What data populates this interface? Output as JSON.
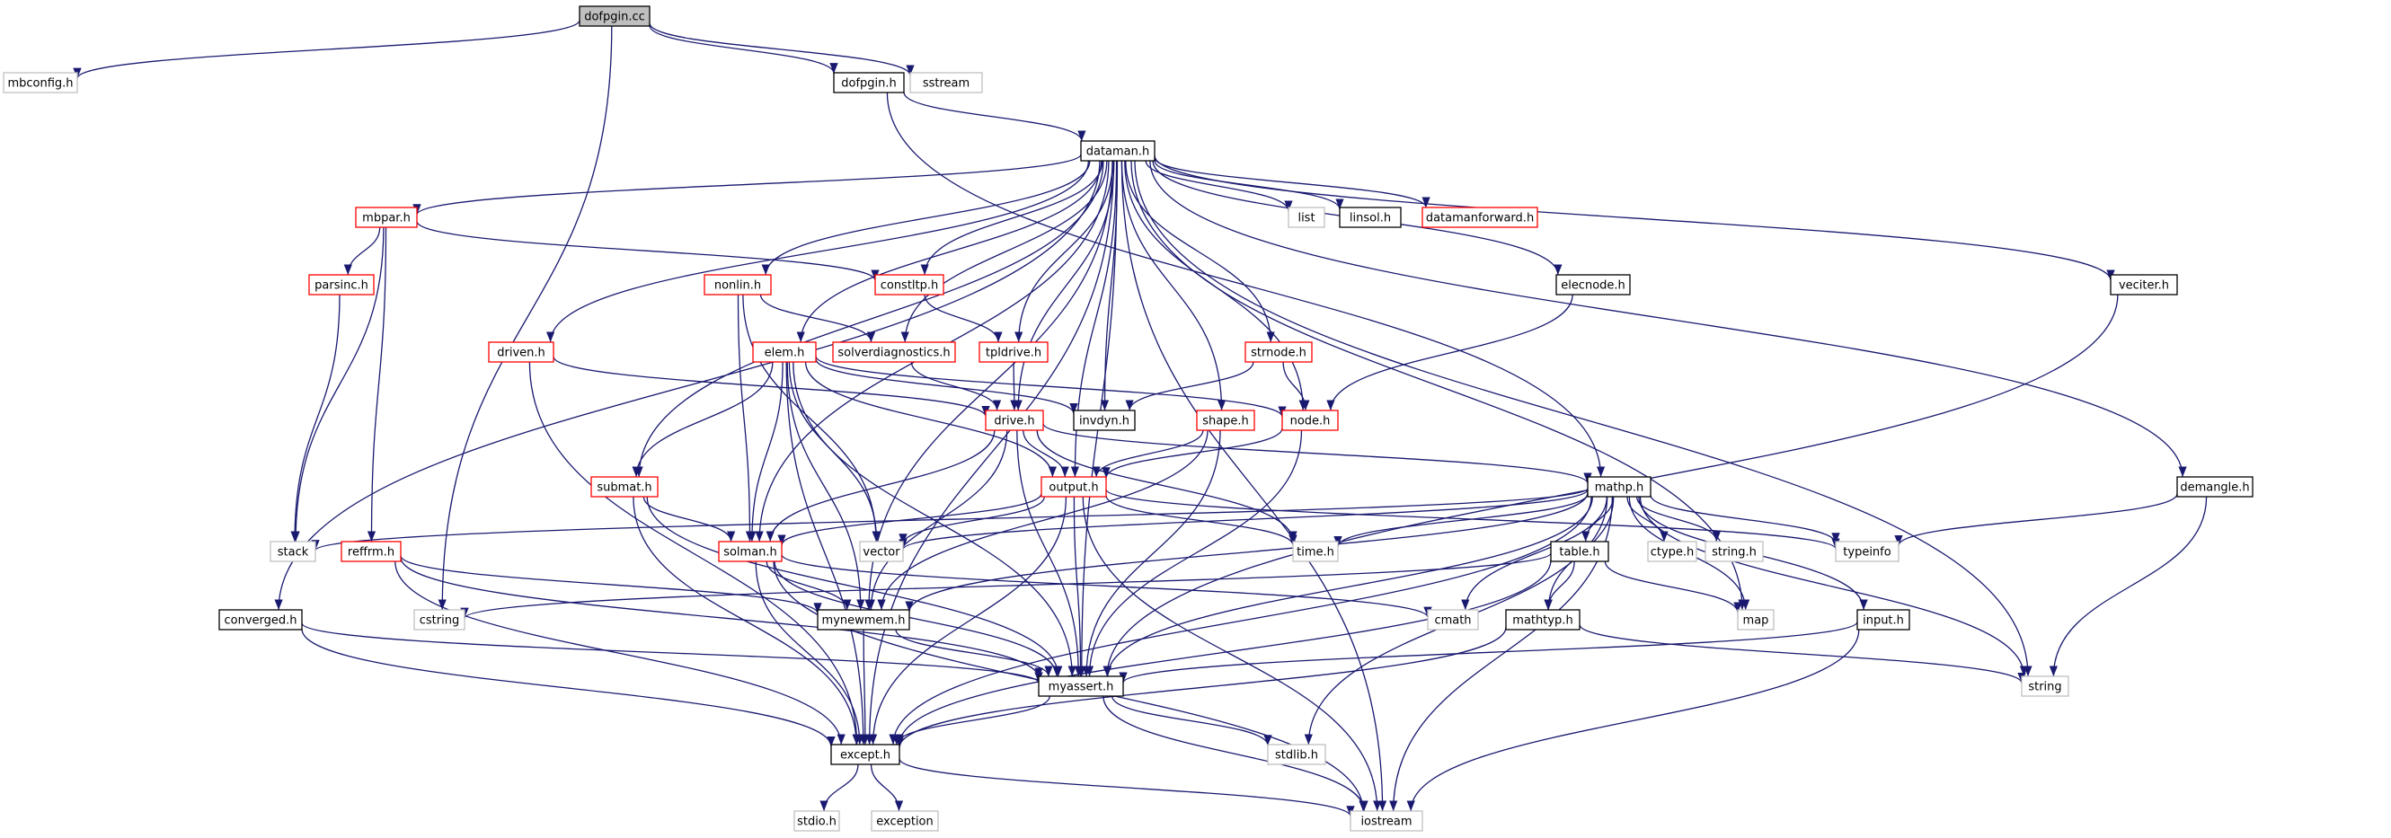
{
  "colors": {
    "edge": "#191970",
    "documented": "#000000",
    "undocumented": "#bfbfbf",
    "incomplete": "#ff0000",
    "root_fill": "#bfbfbf",
    "fill": "#ffffff"
  },
  "nodes": {
    "dofpgin_cc": {
      "label": "dofpgin.cc",
      "kind": "root"
    },
    "mbconfig": {
      "label": "mbconfig.h",
      "kind": "undocumented"
    },
    "dofpgin_h": {
      "label": "dofpgin.h",
      "kind": "documented"
    },
    "sstream": {
      "label": "sstream",
      "kind": "undocumented"
    },
    "dataman": {
      "label": "dataman.h",
      "kind": "documented"
    },
    "mbpar": {
      "label": "mbpar.h",
      "kind": "incomplete"
    },
    "list": {
      "label": "list",
      "kind": "undocumented"
    },
    "linsol": {
      "label": "linsol.h",
      "kind": "documented"
    },
    "datamanforward": {
      "label": "datamanforward.h",
      "kind": "incomplete"
    },
    "parsinc": {
      "label": "parsinc.h",
      "kind": "incomplete"
    },
    "constltp": {
      "label": "constltp.h",
      "kind": "incomplete"
    },
    "nonlin": {
      "label": "nonlin.h",
      "kind": "incomplete"
    },
    "elecnode": {
      "label": "elecnode.h",
      "kind": "documented"
    },
    "veciter": {
      "label": "veciter.h",
      "kind": "documented"
    },
    "driven": {
      "label": "driven.h",
      "kind": "incomplete"
    },
    "elem": {
      "label": "elem.h",
      "kind": "incomplete"
    },
    "solverdiag": {
      "label": "solverdiagnostics.h",
      "kind": "incomplete"
    },
    "tpldrive": {
      "label": "tpldrive.h",
      "kind": "incomplete"
    },
    "strnode": {
      "label": "strnode.h",
      "kind": "incomplete"
    },
    "drive": {
      "label": "drive.h",
      "kind": "incomplete"
    },
    "invdyn": {
      "label": "invdyn.h",
      "kind": "documented"
    },
    "shape": {
      "label": "shape.h",
      "kind": "incomplete"
    },
    "node": {
      "label": "node.h",
      "kind": "incomplete"
    },
    "submat": {
      "label": "submat.h",
      "kind": "incomplete"
    },
    "output": {
      "label": "output.h",
      "kind": "incomplete"
    },
    "mathp": {
      "label": "mathp.h",
      "kind": "documented"
    },
    "demangle": {
      "label": "demangle.h",
      "kind": "documented"
    },
    "stack": {
      "label": "stack",
      "kind": "undocumented"
    },
    "reffrm": {
      "label": "reffrm.h",
      "kind": "incomplete"
    },
    "solman": {
      "label": "solman.h",
      "kind": "incomplete"
    },
    "vector": {
      "label": "vector",
      "kind": "undocumented"
    },
    "time": {
      "label": "time.h",
      "kind": "undocumented"
    },
    "table": {
      "label": "table.h",
      "kind": "documented"
    },
    "ctype": {
      "label": "ctype.h",
      "kind": "undocumented"
    },
    "string_h": {
      "label": "string.h",
      "kind": "undocumented"
    },
    "typeinfo": {
      "label": "typeinfo",
      "kind": "undocumented"
    },
    "converged": {
      "label": "converged.h",
      "kind": "documented"
    },
    "cstring": {
      "label": "cstring",
      "kind": "undocumented"
    },
    "mynewmem": {
      "label": "mynewmem.h",
      "kind": "documented"
    },
    "cmath": {
      "label": "cmath",
      "kind": "undocumented"
    },
    "mathtyp": {
      "label": "mathtyp.h",
      "kind": "documented"
    },
    "map": {
      "label": "map",
      "kind": "undocumented"
    },
    "input": {
      "label": "input.h",
      "kind": "documented"
    },
    "myassert": {
      "label": "myassert.h",
      "kind": "documented"
    },
    "string": {
      "label": "string",
      "kind": "undocumented"
    },
    "stdlib": {
      "label": "stdlib.h",
      "kind": "undocumented"
    },
    "except": {
      "label": "except.h",
      "kind": "documented"
    },
    "stdio": {
      "label": "stdio.h",
      "kind": "undocumented"
    },
    "exception": {
      "label": "exception",
      "kind": "undocumented"
    },
    "iostream": {
      "label": "iostream",
      "kind": "undocumented"
    }
  },
  "edges": [
    [
      "dofpgin_cc",
      "mbconfig"
    ],
    [
      "dofpgin_cc",
      "dofpgin_h"
    ],
    [
      "dofpgin_cc",
      "sstream"
    ],
    [
      "dofpgin_cc",
      "cstring"
    ],
    [
      "dofpgin_h",
      "dataman"
    ],
    [
      "dofpgin_h",
      "mathp"
    ],
    [
      "dataman",
      "mbpar"
    ],
    [
      "dataman",
      "list"
    ],
    [
      "dataman",
      "linsol"
    ],
    [
      "dataman",
      "datamanforward"
    ],
    [
      "dataman",
      "constltp"
    ],
    [
      "dataman",
      "nonlin"
    ],
    [
      "dataman",
      "elecnode"
    ],
    [
      "dataman",
      "veciter"
    ],
    [
      "dataman",
      "driven"
    ],
    [
      "dataman",
      "elem"
    ],
    [
      "dataman",
      "solverdiag"
    ],
    [
      "dataman",
      "tpldrive"
    ],
    [
      "dataman",
      "strnode"
    ],
    [
      "dataman",
      "drive"
    ],
    [
      "dataman",
      "invdyn"
    ],
    [
      "dataman",
      "shape"
    ],
    [
      "dataman",
      "node"
    ],
    [
      "dataman",
      "submat"
    ],
    [
      "dataman",
      "output"
    ],
    [
      "dataman",
      "demangle"
    ],
    [
      "dataman",
      "solman"
    ],
    [
      "dataman",
      "converged"
    ],
    [
      "dataman",
      "mynewmem"
    ],
    [
      "dataman",
      "myassert"
    ],
    [
      "dataman",
      "map"
    ],
    [
      "dataman",
      "string"
    ],
    [
      "dataman",
      "iostream"
    ],
    [
      "dataman",
      "except"
    ],
    [
      "mbpar",
      "parsinc"
    ],
    [
      "mbpar",
      "constltp"
    ],
    [
      "mbpar",
      "stack"
    ],
    [
      "mbpar",
      "reffrm"
    ],
    [
      "parsinc",
      "stack"
    ],
    [
      "constltp",
      "tpldrive"
    ],
    [
      "nonlin",
      "solverdiag"
    ],
    [
      "nonlin",
      "solman"
    ],
    [
      "nonlin",
      "vector"
    ],
    [
      "elecnode",
      "node"
    ],
    [
      "veciter",
      "myassert"
    ],
    [
      "driven",
      "drive"
    ],
    [
      "driven",
      "except"
    ],
    [
      "elem",
      "invdyn"
    ],
    [
      "elem",
      "node"
    ],
    [
      "elem",
      "output"
    ],
    [
      "elem",
      "submat"
    ],
    [
      "elem",
      "solman"
    ],
    [
      "elem",
      "vector"
    ],
    [
      "elem",
      "mynewmem"
    ],
    [
      "elem",
      "myassert"
    ],
    [
      "elem",
      "except"
    ],
    [
      "solverdiag",
      "drive"
    ],
    [
      "tpldrive",
      "drive"
    ],
    [
      "strnode",
      "invdyn"
    ],
    [
      "strnode",
      "node"
    ],
    [
      "drive",
      "output"
    ],
    [
      "drive",
      "mathp"
    ],
    [
      "drive",
      "solman"
    ],
    [
      "drive",
      "mynewmem"
    ],
    [
      "drive",
      "myassert"
    ],
    [
      "drive",
      "time"
    ],
    [
      "shape",
      "output"
    ],
    [
      "shape",
      "mynewmem"
    ],
    [
      "shape",
      "myassert"
    ],
    [
      "node",
      "output"
    ],
    [
      "node",
      "myassert"
    ],
    [
      "submat",
      "solman"
    ],
    [
      "submat",
      "myassert"
    ],
    [
      "submat",
      "except"
    ],
    [
      "output",
      "solman"
    ],
    [
      "output",
      "vector"
    ],
    [
      "output",
      "time"
    ],
    [
      "output",
      "typeinfo"
    ],
    [
      "output",
      "myassert"
    ],
    [
      "output",
      "except"
    ],
    [
      "output",
      "iostream"
    ],
    [
      "mathp",
      "stack"
    ],
    [
      "mathp",
      "vector"
    ],
    [
      "mathp",
      "time"
    ],
    [
      "mathp",
      "table"
    ],
    [
      "mathp",
      "ctype"
    ],
    [
      "mathp",
      "string_h"
    ],
    [
      "mathp",
      "typeinfo"
    ],
    [
      "mathp",
      "mynewmem"
    ],
    [
      "mathp",
      "cmath"
    ],
    [
      "mathp",
      "mathtyp"
    ],
    [
      "mathp",
      "map"
    ],
    [
      "mathp",
      "input"
    ],
    [
      "mathp",
      "myassert"
    ],
    [
      "mathp",
      "string"
    ],
    [
      "mathp",
      "stdlib"
    ],
    [
      "mathp",
      "except"
    ],
    [
      "mathp",
      "iostream"
    ],
    [
      "demangle",
      "typeinfo"
    ],
    [
      "demangle",
      "string"
    ],
    [
      "reffrm",
      "mynewmem"
    ],
    [
      "reffrm",
      "myassert"
    ],
    [
      "reffrm",
      "except"
    ],
    [
      "solman",
      "mynewmem"
    ],
    [
      "solman",
      "cmath"
    ],
    [
      "solman",
      "myassert"
    ],
    [
      "solman",
      "except"
    ],
    [
      "solman",
      "iostream"
    ],
    [
      "table",
      "cstring"
    ],
    [
      "table",
      "mathtyp"
    ],
    [
      "table",
      "map"
    ],
    [
      "table",
      "except"
    ],
    [
      "converged",
      "myassert"
    ],
    [
      "converged",
      "except"
    ],
    [
      "mynewmem",
      "myassert"
    ],
    [
      "mynewmem",
      "except"
    ],
    [
      "mathtyp",
      "except"
    ],
    [
      "mathtyp",
      "string"
    ],
    [
      "input",
      "myassert"
    ],
    [
      "input",
      "iostream"
    ],
    [
      "myassert",
      "except"
    ],
    [
      "myassert",
      "stdlib"
    ],
    [
      "myassert",
      "iostream"
    ],
    [
      "except",
      "stdio"
    ],
    [
      "except",
      "exception"
    ],
    [
      "except",
      "iostream"
    ]
  ]
}
